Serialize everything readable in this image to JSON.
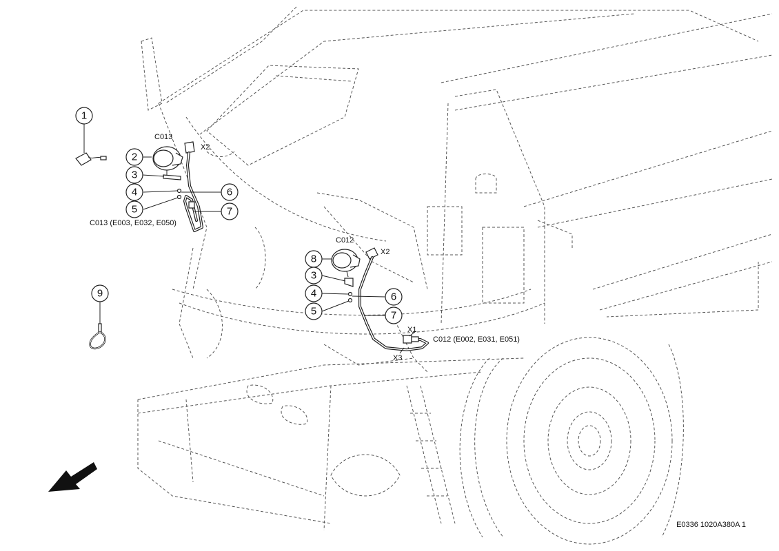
{
  "parts": [
    "1",
    "2",
    "3",
    "4",
    "5",
    "6",
    "7",
    "8",
    "9"
  ],
  "left_group": {
    "lamp_label": "C013",
    "connector_label": "X2",
    "callout": "C013 (E003, E032, E050)"
  },
  "right_group": {
    "lamp_label": "C012",
    "connector_x2": "X2",
    "connector_x1": "X1",
    "connector_x3": "X3",
    "callout": "C012 (E002, E031, E051)"
  },
  "reference": "E0336 1020A380A 1",
  "direction_arrow": "front-arrow-icon"
}
